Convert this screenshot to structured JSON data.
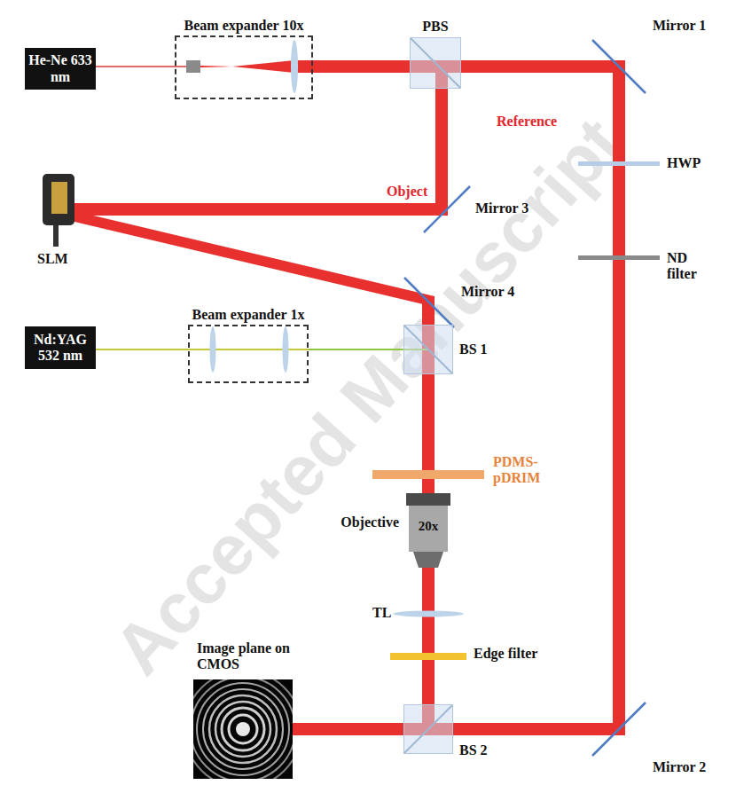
{
  "diagram": {
    "nodes": [
      {
        "text": [
          "He-Ne 633 nm"
        ]
      },
      {
        "text": [
          "Beam expander 10x"
        ]
      },
      {
        "text": [
          "PBS"
        ]
      },
      {
        "text": [
          "Nd:YAG 532 nm"
        ]
      },
      {
        "text": [
          "Beam expander 1x"
        ]
      },
      {
        "text": [
          "BS 1"
        ]
      },
      {
        "text": [
          "Objective",
          "20x"
        ]
      },
      {
        "text": [
          "BS 2"
        ]
      }
    ],
    "edges": [
      {
        "from": 0,
        "to": 1,
        "arrow": "none"
      },
      {
        "from": 1,
        "to": 2,
        "arrow": "none"
      },
      {
        "from": 3,
        "to": 4,
        "arrow": "none"
      },
      {
        "from": 4,
        "to": 5,
        "arrow": "none"
      },
      {
        "from": 5,
        "to": 6,
        "arrow": "none"
      },
      {
        "from": 6,
        "to": 7,
        "arrow": "none"
      }
    ],
    "labels": [
      "Reference",
      "Mirror 1",
      "Object",
      "Mirror 3",
      "HWP",
      "SLM",
      "Mirror 4",
      "ND filter",
      "PDMS-pDRIM",
      "TL",
      "Edge filter",
      "Image plane on CMOS",
      "Mirror 2",
      "Accepted Manuscript"
    ]
  }
}
